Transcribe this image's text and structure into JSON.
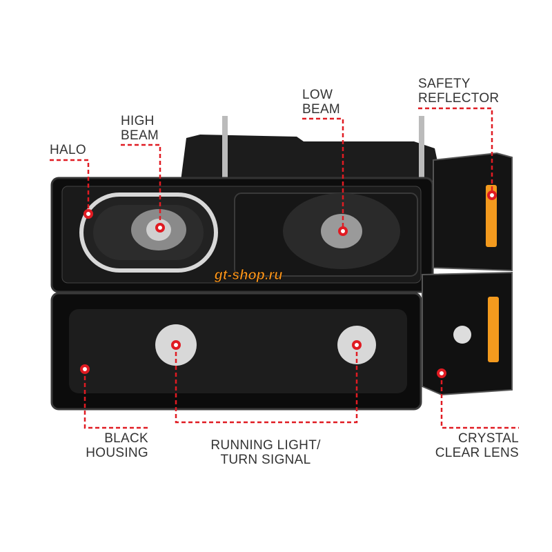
{
  "colors": {
    "accent": "#e01b22",
    "housing": "#111111",
    "amber": "#f39a1e",
    "label": "#333333"
  },
  "labels": {
    "halo": [
      "HALO"
    ],
    "high_beam": [
      "HIGH",
      "BEAM"
    ],
    "low_beam": [
      "LOW",
      "BEAM"
    ],
    "safety_reflector": [
      "SAFETY",
      "REFLECTOR"
    ],
    "black_housing": [
      "BLACK",
      "HOUSING"
    ],
    "running_light": [
      "RUNNING LIGHT/",
      "TURN SIGNAL"
    ],
    "crystal_clear_lens": [
      "CRYSTAL",
      "CLEAR LENS"
    ]
  },
  "watermark": "gt-shop.ru"
}
